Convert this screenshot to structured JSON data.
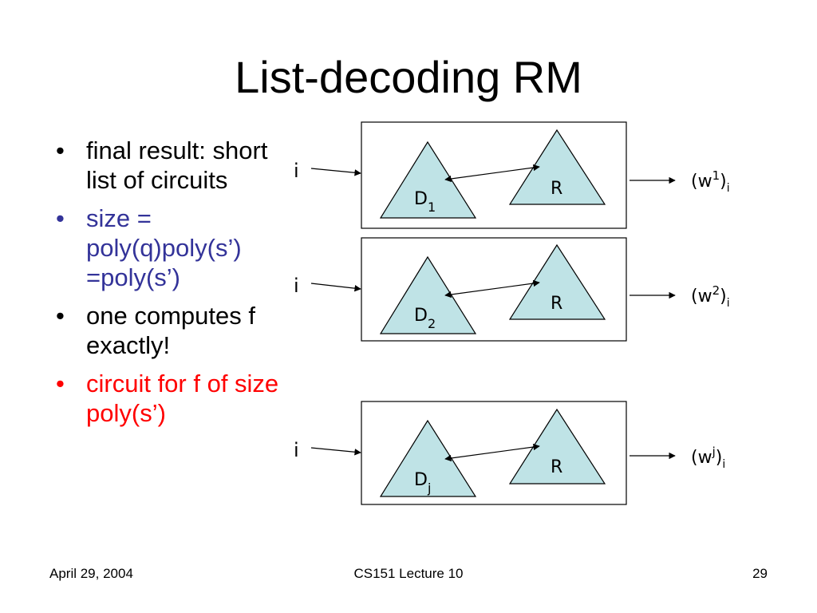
{
  "slide": {
    "title": "List-decoding RM",
    "bullets": [
      {
        "text": "final result: short list of circuits",
        "color": "#000000"
      },
      {
        "text": "size = poly(q)poly(s’) =poly(s’)",
        "color": "#333399"
      },
      {
        "text": "one computes f exactly!",
        "color": "#000000"
      },
      {
        "text": "circuit for f of size poly(s’)",
        "color": "#ff0000"
      }
    ],
    "bullet_symbol": "•"
  },
  "diagram": {
    "triangle_fill": "#bfe3e6",
    "rows": [
      {
        "input": "i",
        "decoder": "D",
        "decoder_sub": "1",
        "reducer": "R",
        "out_base": "(w",
        "out_sup": "1",
        "out_close": ")",
        "out_sub": "i"
      },
      {
        "input": "i",
        "decoder": "D",
        "decoder_sub": "2",
        "reducer": "R",
        "out_base": "(w",
        "out_sup": "2",
        "out_close": ")",
        "out_sub": "i"
      },
      {
        "input": "i",
        "decoder": "D",
        "decoder_sub": "j",
        "reducer": "R",
        "out_base": "(w",
        "out_sup": "j",
        "out_close": ")",
        "out_sub": "i"
      }
    ]
  },
  "footer": {
    "date": "April 29, 2004",
    "course": "CS151 Lecture 10",
    "page": "29"
  }
}
